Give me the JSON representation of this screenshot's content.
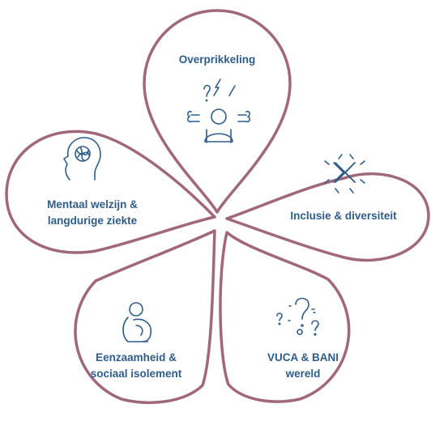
{
  "colors": {
    "petal_outline": "#a0687a",
    "text": "#2f5d8a",
    "icon": "#2f5d8a",
    "background": "#ffffff"
  },
  "petals": [
    {
      "id": "overprikkeling",
      "lines": [
        "Overprikkeling"
      ],
      "icon": "overstimulated-person-icon"
    },
    {
      "id": "inclusie",
      "lines": [
        "Inclusie & diversiteit"
      ],
      "icon": "joined-hands-icon"
    },
    {
      "id": "vuca",
      "lines": [
        "VUCA & BANI",
        "wereld"
      ],
      "icon": "question-marks-icon"
    },
    {
      "id": "eenzaamheid",
      "lines": [
        "Eenzaamheid &",
        "sociaal isolement"
      ],
      "icon": "sitting-person-hugging-knees-icon"
    },
    {
      "id": "mentaal",
      "lines": [
        "Mentaal welzijn &",
        "langdurige ziekte"
      ],
      "icon": "head-with-tangled-mind-icon"
    }
  ]
}
